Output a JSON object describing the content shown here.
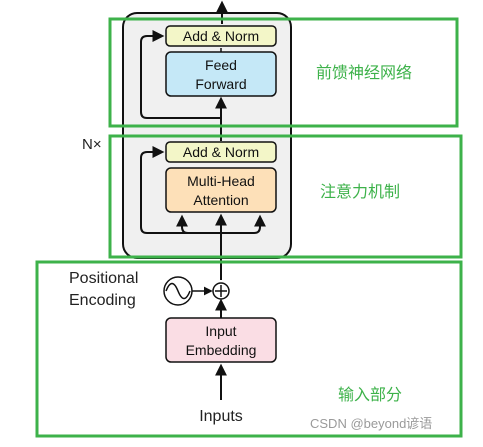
{
  "encoder": {
    "repeat_label": "N×",
    "ffn": {
      "add_norm": "Add & Norm",
      "block_line1": "Feed",
      "block_line2": "Forward",
      "annotation": "前馈神经网络"
    },
    "attention": {
      "add_norm": "Add & Norm",
      "block_line1": "Multi-Head",
      "block_line2": "Attention",
      "annotation": "注意力机制"
    }
  },
  "input_part": {
    "positional_line1": "Positional",
    "positional_line2": "Encoding",
    "embedding_line1": "Input",
    "embedding_line2": "Embedding",
    "inputs_label": "Inputs",
    "annotation": "输入部分"
  },
  "watermark": "CSDN @beyond谚语",
  "colors": {
    "annotation_green": "#3db24a",
    "add_norm_fill": "#f3f6c8",
    "feed_forward_fill": "#c5e8f7",
    "attention_fill": "#fde0b8",
    "embedding_fill": "#fadde4",
    "encoder_panel_fill": "#f0f0f0"
  }
}
